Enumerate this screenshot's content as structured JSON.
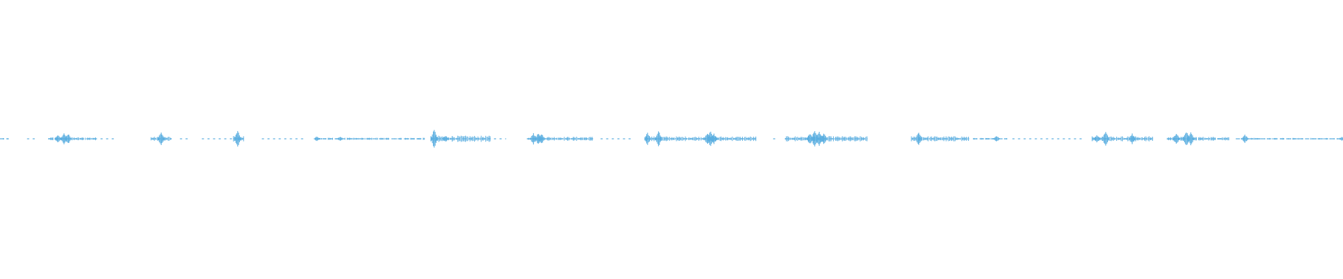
{
  "waveform": {
    "color": "#5aaee0",
    "background": "#ffffff",
    "duration_seconds": 60,
    "regions": [
      {
        "start": 0.0,
        "end": 0.39,
        "amp": 0.1
      },
      {
        "start": 1.21,
        "end": 1.56,
        "amp": 0.05
      },
      {
        "start": 2.17,
        "end": 4.29,
        "amp": 0.22
      },
      {
        "start": 4.24,
        "end": 5.2,
        "amp": 0.07
      },
      {
        "start": 6.75,
        "end": 7.65,
        "amp": 0.3
      },
      {
        "start": 8.04,
        "end": 8.45,
        "amp": 0.05
      },
      {
        "start": 9.02,
        "end": 11.02,
        "amp": 0.08
      },
      {
        "start": 10.43,
        "end": 10.92,
        "amp": 0.4
      },
      {
        "start": 11.7,
        "end": 13.65,
        "amp": 0.07
      },
      {
        "start": 14.11,
        "end": 18.97,
        "amp": 0.15
      },
      {
        "start": 19.25,
        "end": 21.92,
        "amp": 0.45
      },
      {
        "start": 21.82,
        "end": 22.61,
        "amp": 0.06
      },
      {
        "start": 23.56,
        "end": 26.5,
        "amp": 0.3
      },
      {
        "start": 26.83,
        "end": 28.2,
        "amp": 0.06
      },
      {
        "start": 28.82,
        "end": 33.79,
        "amp": 0.35
      },
      {
        "start": 34.54,
        "end": 34.68,
        "amp": 0.04
      },
      {
        "start": 35.08,
        "end": 38.76,
        "amp": 0.38
      },
      {
        "start": 40.72,
        "end": 43.3,
        "amp": 0.38
      },
      {
        "start": 43.48,
        "end": 45.0,
        "amp": 0.12
      },
      {
        "start": 45.23,
        "end": 48.34,
        "amp": 0.06
      },
      {
        "start": 48.79,
        "end": 51.53,
        "amp": 0.38
      },
      {
        "start": 52.15,
        "end": 54.93,
        "amp": 0.3
      },
      {
        "start": 55.21,
        "end": 59.95,
        "amp": 0.12
      }
    ],
    "spikes": [
      {
        "t": 2.58,
        "amp": 0.2
      },
      {
        "t": 2.86,
        "amp": 0.28
      },
      {
        "t": 3.04,
        "amp": 0.26
      },
      {
        "t": 7.2,
        "amp": 0.34
      },
      {
        "t": 10.62,
        "amp": 0.42
      },
      {
        "t": 14.16,
        "amp": 0.12
      },
      {
        "t": 15.2,
        "amp": 0.1
      },
      {
        "t": 19.4,
        "amp": 0.48
      },
      {
        "t": 19.9,
        "amp": 0.14
      },
      {
        "t": 23.83,
        "amp": 0.28
      },
      {
        "t": 24.05,
        "amp": 0.32
      },
      {
        "t": 24.2,
        "amp": 0.26
      },
      {
        "t": 28.93,
        "amp": 0.32
      },
      {
        "t": 29.42,
        "amp": 0.4
      },
      {
        "t": 31.61,
        "amp": 0.3
      },
      {
        "t": 31.75,
        "amp": 0.42
      },
      {
        "t": 31.9,
        "amp": 0.26
      },
      {
        "t": 36.19,
        "amp": 0.3
      },
      {
        "t": 36.4,
        "amp": 0.45
      },
      {
        "t": 36.6,
        "amp": 0.4
      },
      {
        "t": 36.8,
        "amp": 0.28
      },
      {
        "t": 41.05,
        "amp": 0.36
      },
      {
        "t": 44.52,
        "amp": 0.16
      },
      {
        "t": 49.0,
        "amp": 0.2
      },
      {
        "t": 49.4,
        "amp": 0.45
      },
      {
        "t": 50.58,
        "amp": 0.28
      },
      {
        "t": 52.55,
        "amp": 0.3
      },
      {
        "t": 53.0,
        "amp": 0.42
      },
      {
        "t": 53.2,
        "amp": 0.36
      },
      {
        "t": 55.62,
        "amp": 0.22
      },
      {
        "t": 59.95,
        "amp": 0.1
      }
    ]
  }
}
